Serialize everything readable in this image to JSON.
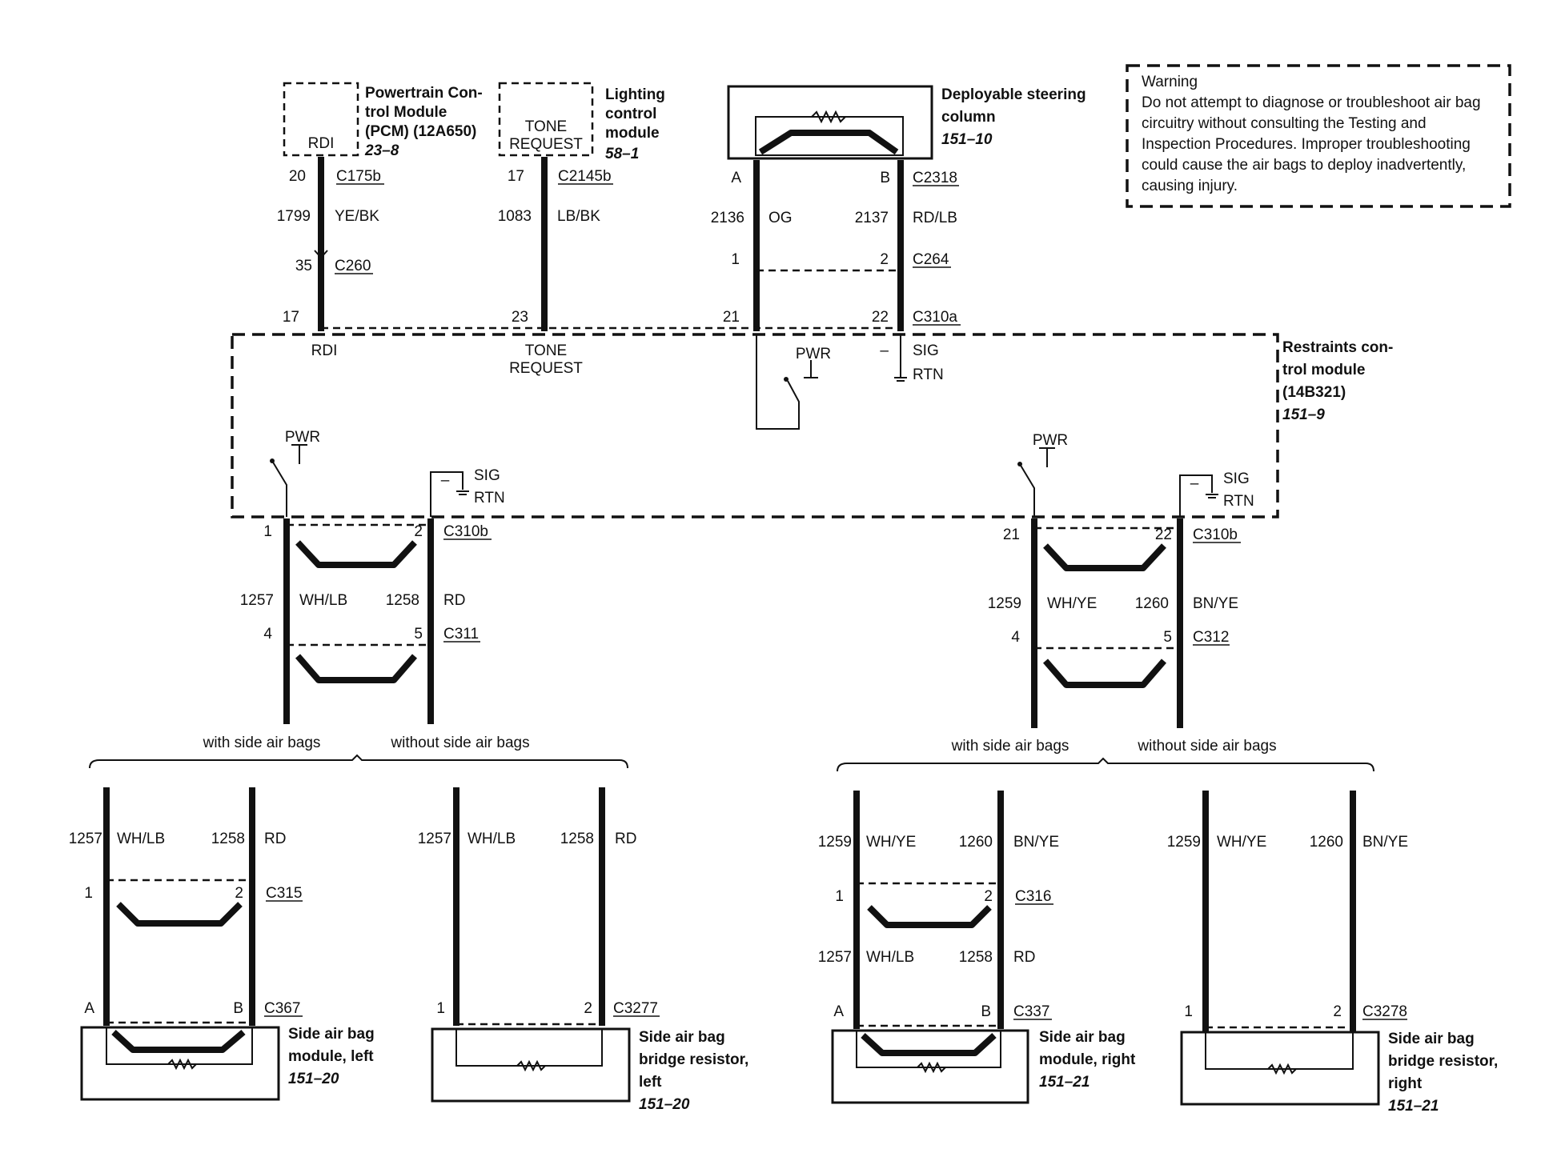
{
  "warning": {
    "title": "Warning",
    "lines": [
      "Do not attempt to diagnose or troubleshoot air bag",
      "circuitry without consulting the Testing and",
      "Inspection Procedures. Improper troubleshooting",
      "could cause the air bags to deploy inadvertently,",
      "causing injury."
    ]
  },
  "pcm": {
    "name_lines": [
      "Powertrain Con-",
      "trol Module",
      "(PCM) (12A650)"
    ],
    "ref": "23–8",
    "pin_label": "RDI",
    "pin1": "20",
    "conn1": "C175b",
    "circuit": "1799",
    "color": "YE/BK",
    "pin2": "35",
    "conn2": "C260"
  },
  "lcm": {
    "name_lines": [
      "Lighting",
      "control",
      "module"
    ],
    "ref": "58–1",
    "pin_label_lines": [
      "TONE",
      "REQUEST"
    ],
    "pin1": "17",
    "conn1": "C2145b",
    "circuit": "1083",
    "color": "LB/BK"
  },
  "steering": {
    "name_lines": [
      "Deployable steering",
      "column"
    ],
    "ref": "151–10",
    "pin_a": "A",
    "pin_b": "B",
    "conn1": "C2318",
    "circuit_a": "2136",
    "color_a": "OG",
    "circuit_b": "2137",
    "color_b": "RD/LB",
    "pin_c": "1",
    "pin_d": "2",
    "conn2": "C264"
  },
  "rcm": {
    "name_lines": [
      "Restraints con-",
      "trol module",
      "(14B321)"
    ],
    "ref": "151–9",
    "conn": "C310a",
    "pins": [
      "17",
      "23",
      "21",
      "22"
    ],
    "labels": {
      "rdi": "RDI",
      "tone": [
        "TONE",
        "REQUEST"
      ],
      "pwr": "PWR",
      "minus": "–",
      "sig": "SIG",
      "rtn": "RTN"
    }
  },
  "left_branch": {
    "pin1": "1",
    "pin2": "2",
    "conn1": "C310b",
    "circuit1": "1257",
    "color1": "WH/LB",
    "circuit2": "1258",
    "color2": "RD",
    "pin3": "4",
    "pin4": "5",
    "conn2": "C311",
    "with_label": "with side air bags",
    "without_label": "without side air bags"
  },
  "right_branch": {
    "pin1": "21",
    "pin2": "22",
    "conn1": "C310b",
    "circuit1": "1259",
    "color1": "WH/YE",
    "circuit2": "1260",
    "color2": "BN/YE",
    "pin3": "4",
    "pin4": "5",
    "conn2": "C312",
    "with_label": "with side air bags",
    "without_label": "without side air bags"
  },
  "left_module": {
    "circuit1": "1257",
    "color1": "WH/LB",
    "circuit2": "1258",
    "color2": "RD",
    "pin1": "1",
    "pin2": "2",
    "conn1": "C315",
    "pin_a": "A",
    "pin_b": "B",
    "conn2": "C367",
    "name_lines": [
      "Side air bag",
      "module, left"
    ],
    "ref": "151–20"
  },
  "left_resistor": {
    "circuit1": "1257",
    "color1": "WH/LB",
    "circuit2": "1258",
    "color2": "RD",
    "pin1": "1",
    "pin2": "2",
    "conn": "C3277",
    "name_lines": [
      "Side air bag",
      "bridge resistor,",
      "left"
    ],
    "ref": "151–20"
  },
  "right_module": {
    "circuit1": "1259",
    "color1": "WH/YE",
    "circuit2": "1260",
    "color2": "BN/YE",
    "pin1": "1",
    "pin2": "2",
    "conn1": "C316",
    "circuit3": "1257",
    "color3": "WH/LB",
    "circuit4": "1258",
    "color4": "RD",
    "pin_a": "A",
    "pin_b": "B",
    "conn2": "C337",
    "name_lines": [
      "Side air bag",
      "module, right"
    ],
    "ref": "151–21"
  },
  "right_resistor": {
    "circuit1": "1259",
    "color1": "WH/YE",
    "circuit2": "1260",
    "color2": "BN/YE",
    "pin1": "1",
    "pin2": "2",
    "conn": "C3278",
    "name_lines": [
      "Side air bag",
      "bridge resistor,",
      "right"
    ],
    "ref": "151–21"
  }
}
